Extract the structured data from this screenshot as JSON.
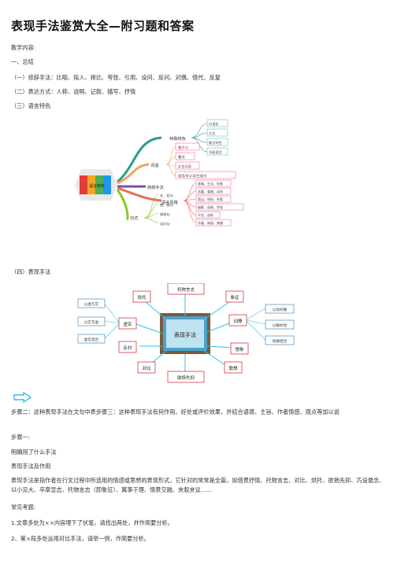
{
  "doc": {
    "title": "表现手法鉴赏大全—附习题和答案",
    "lines": [
      "教学内容:",
      "一、总结",
      "（一）修辞手法：比喻、拟人、排比、夸张、引用、设问、反问、对偶、借代、反复",
      "（二）表达方式：人称、说明、记叙、描写、抒情",
      "（三）语言特色",
      "（四）表现手法",
      "步骤二：这种表现手法在文句中表步骤三：这种表现手法有何作用、好处或评价效果，并结合语境、主旨、作者情感、观点等加以说",
      "步骤一:",
      "明确用了什么手法",
      "表现手法及作用",
      "表现手法是指作者在行文过程中所选用的情感或思想的表现形式，它针对的常常是全篇，如借景抒情、托物言志、对比、烘托、欲扬先抑、巧设悬念、以小见大、卒章显志、托物言志（即象征）、寓事于理、情景交融、夹叙夹议……",
      "常见考题:",
      "1.文章多处为××内容埋下了伏笔，请找出两处，并作简要分析。",
      "2、第×段多处运用对比手法，请举一例，作简要分析。"
    ]
  },
  "mindmap1": {
    "center": "语言特色",
    "branches": [
      "特殊特色",
      "词语",
      "修辞手法",
      "语言风格",
      "句式"
    ],
    "special": [
      "口语化",
      "方言",
      "散文特色",
      "书面语言"
    ],
    "words": [
      "叠声词",
      "叠词",
      "文言词语",
      "谐音/多义词/生僻字"
    ],
    "styles": [
      "准确、生动、形象",
      "含蓄、委婉、深刻",
      "简洁、明快、朴素",
      "幽默、讽刺、夸张",
      "平实、质朴",
      "华美、绚丽、典雅"
    ],
    "sentences": [
      "长、短句",
      "整、散句",
      "倒装句",
      "设问句"
    ]
  },
  "mindmap2": {
    "center": "表现手法",
    "nodes": [
      "烘托",
      "托物言志",
      "象征",
      "虚实",
      "动静",
      "反衬",
      "想象",
      "对比",
      "联想",
      "欲扬先抑"
    ],
    "xushi": [
      "以虚写实",
      "以实写虚",
      "虚实结合"
    ],
    "dongjing": [
      "以动衬静",
      "以静衬动",
      "动静结合"
    ]
  },
  "colors": {
    "accent": "#2ec4e6",
    "mm_border": "#d63a3a"
  }
}
